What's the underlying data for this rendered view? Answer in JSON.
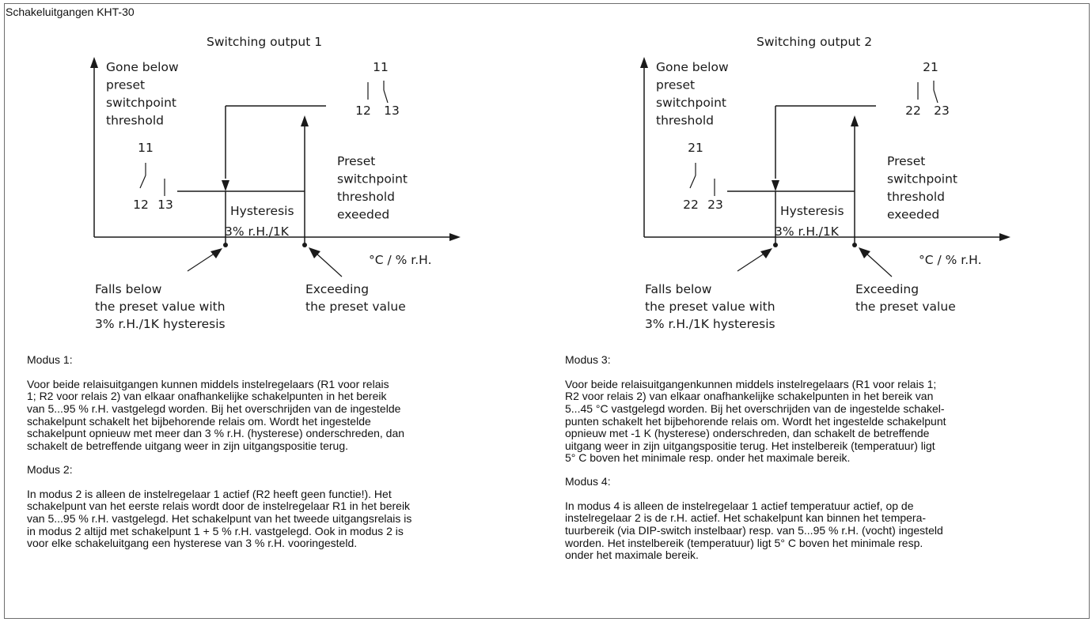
{
  "page_title": "Schakeluitgangen KHT-30",
  "diagrams": [
    {
      "title": "Switching output 1",
      "gone_below": [
        "Gone below",
        "preset",
        "switchpoint",
        "threshold"
      ],
      "preset_exceeded": [
        "Preset",
        "switchpoint",
        "threshold",
        "exeeded"
      ],
      "contact_top": {
        "common": "11",
        "left": "12",
        "right": "13"
      },
      "contact_bottom": {
        "common": "11",
        "left": "12",
        "right": "13"
      },
      "hysteresis_label": "Hysteresis",
      "hysteresis_value": "3% r.H./1K",
      "x_axis_label": "°C / % r.H.",
      "falls_below": [
        "Falls below",
        "the preset value with",
        "3% r.H./1K hysteresis"
      ],
      "exceeding": [
        "Exceeding",
        "the preset value"
      ]
    },
    {
      "title": "Switching output 2",
      "gone_below": [
        "Gone below",
        "preset",
        "switchpoint",
        "threshold"
      ],
      "preset_exceeded": [
        "Preset",
        "switchpoint",
        "threshold",
        "exeeded"
      ],
      "contact_top": {
        "common": "21",
        "left": "22",
        "right": "23"
      },
      "contact_bottom": {
        "common": "21",
        "left": "22",
        "right": "23"
      },
      "hysteresis_label": "Hysteresis",
      "hysteresis_value": "3% r.H./1K",
      "x_axis_label": "°C / % r.H.",
      "falls_below": [
        "Falls below",
        "the preset value with",
        "3% r.H./1K hysteresis"
      ],
      "exceeding": [
        "Exceeding",
        "the preset value"
      ]
    }
  ],
  "modes": {
    "modus1": {
      "heading": "Modus 1:",
      "lines": [
        "Voor beide relaisuitgangen kunnen middels instelregelaars (R1 voor relais",
        "1; R2 voor relais 2) van elkaar onafhankelijke schakelpunten in het bereik",
        "van 5...95 % r.H. vastgelegd worden. Bij het overschrijden van de ingestelde",
        "schakelpunt schakelt het bijbehorende relais om. Wordt het ingestelde",
        "schakelpunt opnieuw met meer dan 3 % r.H. (hysterese) onderschreden, dan",
        "schakelt de betreffende uitgang weer in zijn uitgangspositie terug."
      ]
    },
    "modus2": {
      "heading": "Modus 2:",
      "lines": [
        "In modus 2 is alleen de instelregelaar 1 actief (R2 heeft geen functie!). Het",
        "schakelpunt van het eerste relais wordt door de instelregelaar R1 in het bereik",
        "van 5...95 % r.H. vastgelegd. Het schakelpunt van het tweede uitgangsrelais is",
        "in modus 2 altijd met schakelpunt 1 + 5 % r.H. vastgelegd. Ook in modus 2 is",
        "voor elke schakeluitgang een hysterese van 3 % r.H. vooringesteld."
      ]
    },
    "modus3": {
      "heading": "Modus 3:",
      "lines": [
        "Voor beide relaisuitgangenkunnen middels instelregelaars (R1 voor relais 1;",
        "R2 voor relais 2) van elkaar onafhankelijke schakelpunten in het bereik van",
        "5...45 °C vastgelegd worden. Bij het overschrijden van de ingestelde schakel-",
        "punten schakelt het bijbehorende relais om. Wordt het ingestelde schakelpunt",
        "opnieuw met -1 K (hysterese) onderschreden, dan schakelt de betreffende",
        "uitgang weer in zijn uitgangspositie terug. Het instelbereik (temperatuur) ligt",
        "5° C boven het minimale resp. onder het maximale bereik."
      ]
    },
    "modus4": {
      "heading": "Modus 4:",
      "lines": [
        "In modus 4 is alleen de instelregelaar 1 actief temperatuur actief, op de",
        "instelregelaar 2 is de r.H. actief. Het schakelpunt kan binnen het tempera-",
        "tuurbereik (via DIP-switch instelbaar) resp. van 5...95 % r.H. (vocht) ingesteld",
        "worden. Het instelbereik (temperatuur) ligt 5° C boven het minimale resp.",
        "onder het maximale bereik."
      ]
    }
  }
}
